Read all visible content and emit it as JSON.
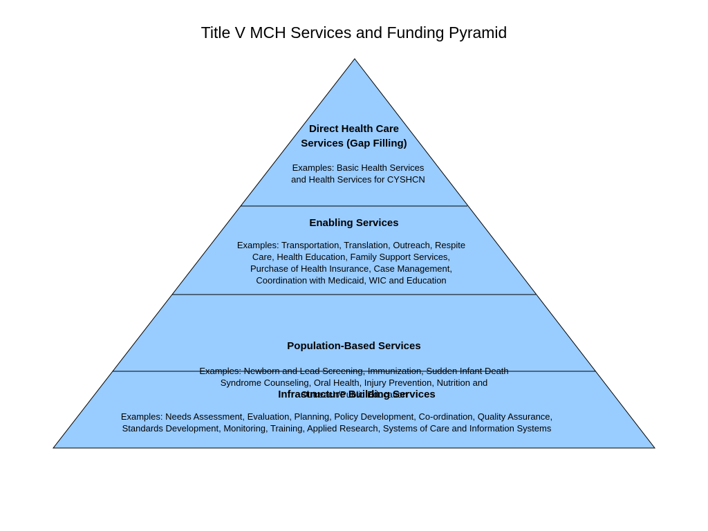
{
  "title": "Title V MCH Services and Funding Pyramid",
  "colors": {
    "fill": "#99ccff",
    "stroke": "#000000",
    "background": "#ffffff"
  },
  "tiers": [
    {
      "label": "Direct Health Care\nServices (Gap Filling)",
      "examples": "Examples: Basic Health Services\nand Health Services for  CYSHCN"
    },
    {
      "label": "Enabling Services",
      "examples": "Examples: Transportation, Translation, Outreach, Respite\nCare, Health Education, Family Support Services,\nPurchase of Health Insurance, Case Management,\nCoordination with Medicaid, WIC and Education"
    },
    {
      "label": "Population-Based Services",
      "examples": "Examples: Newborn and Lead Screening, Immunization, Sudden Infant Death\nSyndrome Counseling, Oral Health, Injury Prevention, Nutrition and\nOutreach/Public Education"
    },
    {
      "label": "Infrastructure Building Services",
      "examples": "Examples: Needs Assessment, Evaluation, Planning, Policy Development, Co-ordination, Quality Assurance,\nStandards Development, Monitoring, Training, Applied Research, Systems of Care and Information Systems"
    }
  ]
}
